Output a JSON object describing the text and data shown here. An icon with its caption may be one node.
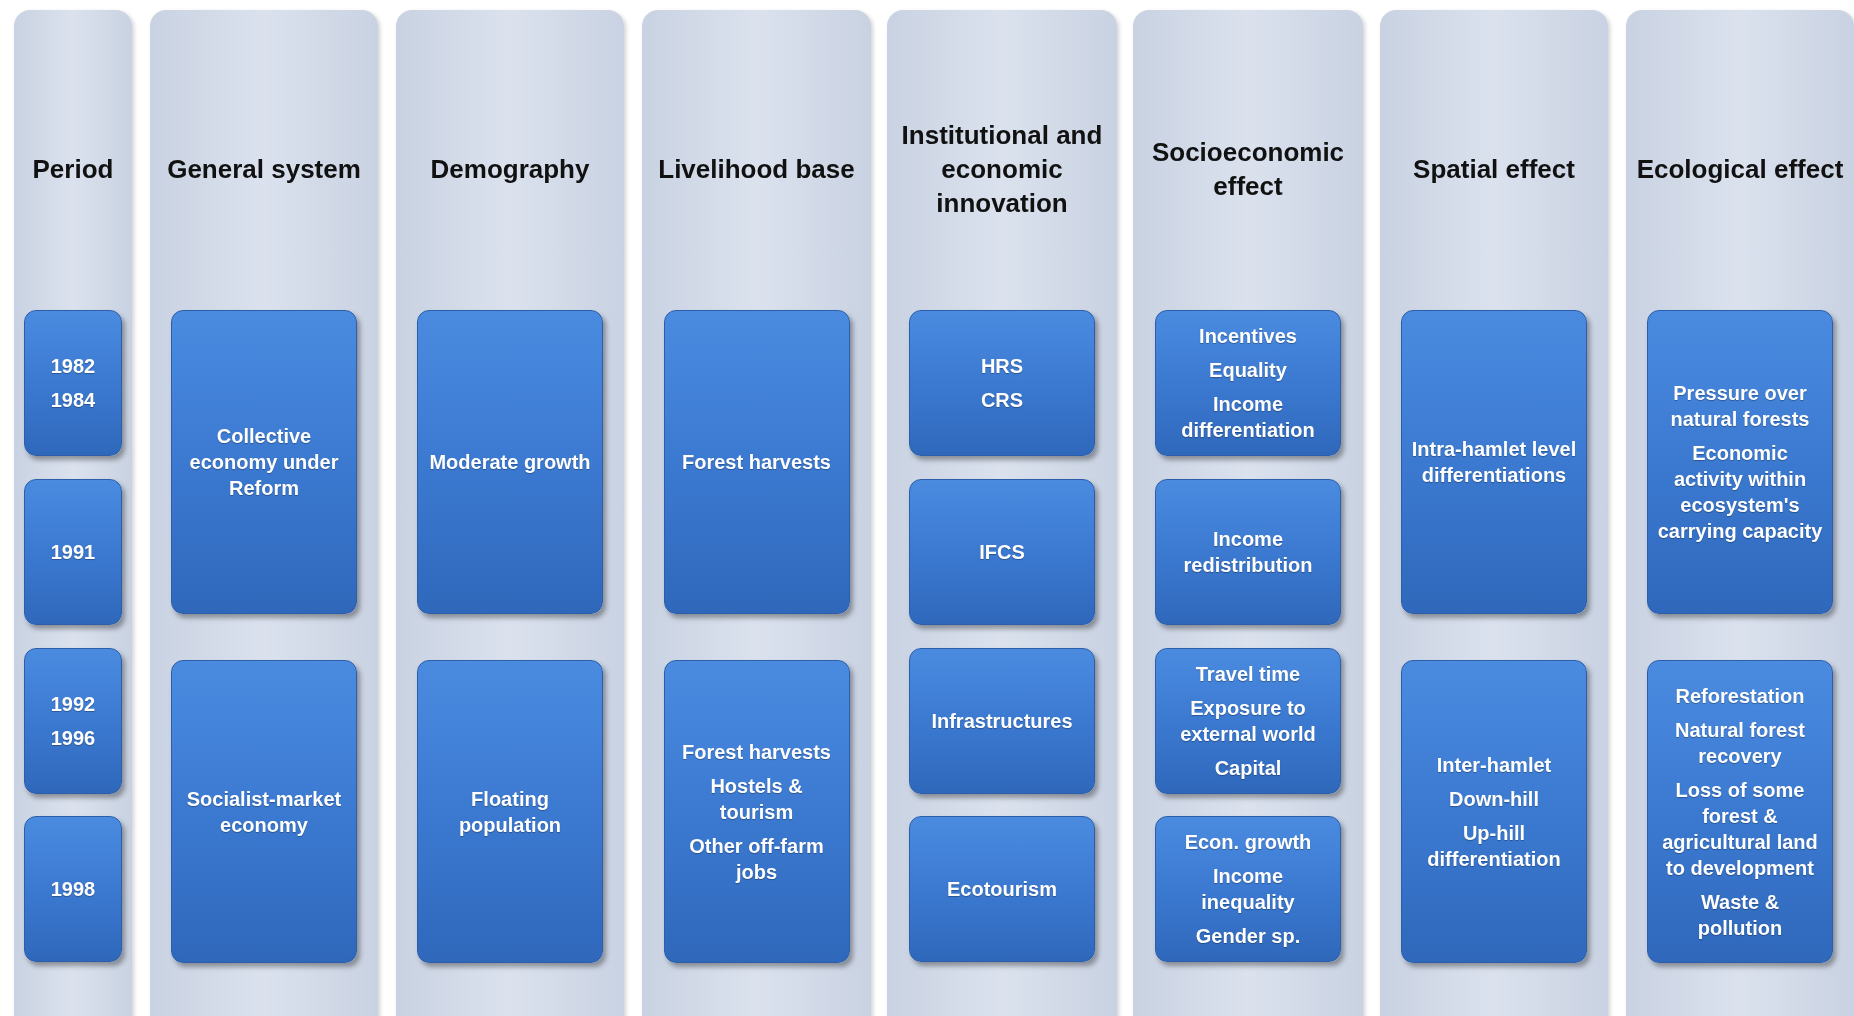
{
  "diagram": {
    "nodes": [
      {
        "text": [
          "Period"
        ]
      },
      {
        "text": [
          "1982",
          "1984"
        ],
        "in": 0
      },
      {
        "text": [
          "1991"
        ],
        "in": 0
      },
      {
        "text": [
          "1992",
          "1996"
        ],
        "in": 0
      },
      {
        "text": [
          "1998"
        ],
        "in": 0
      },
      {
        "text": [
          "General system"
        ]
      },
      {
        "text": [
          "Collective economy under Reform"
        ],
        "in": 5
      },
      {
        "text": [
          "Socialist-market economy"
        ],
        "in": 5
      },
      {
        "text": [
          "Demography"
        ]
      },
      {
        "text": [
          "Moderate growth"
        ],
        "in": 8
      },
      {
        "text": [
          "Floating population"
        ],
        "in": 8
      },
      {
        "text": [
          "Livelihood base"
        ]
      },
      {
        "text": [
          "Forest harvests"
        ],
        "in": 11
      },
      {
        "text": [
          "Forest harvests",
          "Hostels & tourism",
          "Other off-farm jobs"
        ],
        "in": 11
      },
      {
        "text": [
          "Institutional and economic innovation"
        ]
      },
      {
        "text": [
          "HRS",
          "CRS"
        ],
        "in": 14
      },
      {
        "text": [
          "IFCS"
        ],
        "in": 14
      },
      {
        "text": [
          "Infrastructures"
        ],
        "in": 14
      },
      {
        "text": [
          "Ecotourism"
        ],
        "in": 14
      },
      {
        "text": [
          "Socioeconomic effect"
        ]
      },
      {
        "text": [
          "Incentives",
          "Equality",
          "Income differentiation"
        ],
        "in": 19
      },
      {
        "text": [
          "Income redistribution"
        ],
        "in": 19
      },
      {
        "text": [
          "Travel time",
          "Exposure to external world",
          "Capital"
        ],
        "in": 19
      },
      {
        "text": [
          "Econ. growth",
          "Income inequality",
          "Gender sp."
        ],
        "in": 19
      },
      {
        "text": [
          "Spatial effect"
        ]
      },
      {
        "text": [
          "Intra-hamlet level differentiations"
        ],
        "in": 24
      },
      {
        "text": [
          "Inter-hamlet",
          "Down-hill",
          "Up-hill differentiation"
        ],
        "in": 24
      },
      {
        "text": [
          "Ecological effect"
        ]
      },
      {
        "text": [
          "Pressure over natural forests",
          "Economic activity within ecosystem's carrying capacity"
        ],
        "in": 27
      },
      {
        "text": [
          "Reforestation",
          "Natural forest recovery",
          "Loss of some forest & agricultural land to development",
          "Waste & pollution"
        ],
        "in": 27
      }
    ]
  }
}
